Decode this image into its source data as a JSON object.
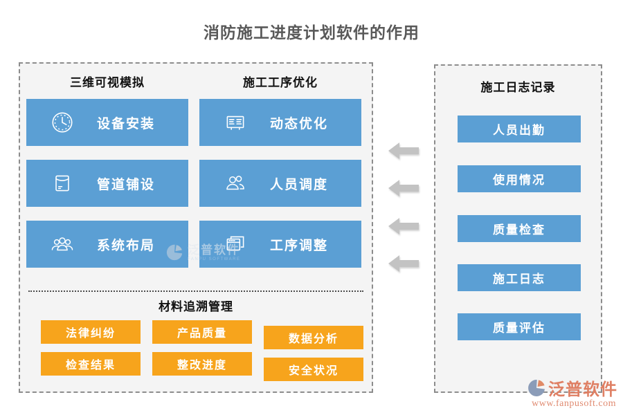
{
  "title": "消防施工进度计划软件的作用",
  "left_panel": {
    "columns": [
      {
        "header": "三维可视模拟",
        "items": [
          {
            "label": "设备安装",
            "icon": "clock-icon"
          },
          {
            "label": "管道铺设",
            "icon": "envelope-icon"
          },
          {
            "label": "系统布局",
            "icon": "people-group-icon"
          }
        ]
      },
      {
        "header": "施工工序优化",
        "items": [
          {
            "label": "动态优化",
            "icon": "list-board-icon"
          },
          {
            "label": "人员调度",
            "icon": "people-pair-icon"
          },
          {
            "label": "工序调整",
            "icon": "windows-stack-icon"
          }
        ]
      }
    ],
    "materials": {
      "header": "材料追溯管理",
      "buttons": [
        "法律纠纷",
        "产品质量",
        "数据分析",
        "检查结果",
        "整改进度",
        "安全状况"
      ]
    }
  },
  "right_panel": {
    "header": "施工日志记录",
    "buttons": [
      "人员出勤",
      "使用情况",
      "质量检查",
      "施工日志",
      "质量评估"
    ]
  },
  "arrows": {
    "count": 4,
    "direction": "left"
  },
  "watermark": {
    "text": "泛普软件",
    "subtext": "FANPU SOFTWARE"
  },
  "logo": {
    "name": "泛普软件",
    "url": "www.fanpusoft.com"
  },
  "colors": {
    "blue": "#5B9FD4",
    "orange": "#F7A41C",
    "arrow": "#C3C3C3",
    "panel_bg": "#F4F4F4",
    "title_text": "#595959",
    "logo_text": "#DF7F63"
  }
}
